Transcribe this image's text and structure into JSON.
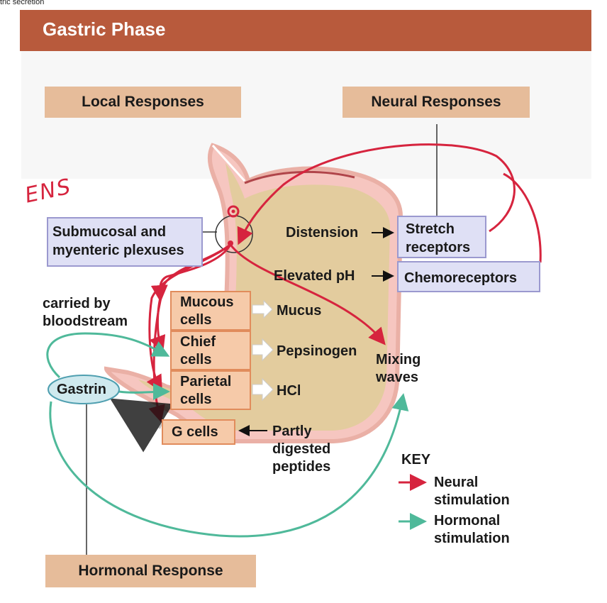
{
  "caption": "tric secretion",
  "title": "Gastric Phase",
  "headers": {
    "local": "Local Responses",
    "neural": "Neural Responses",
    "hormonal": "Hormonal Response"
  },
  "annotation": "ENS",
  "boxes": {
    "plexus_line1": "Submucosal and",
    "plexus_line2": "myenteric plexuses",
    "stretch_line1": "Stretch",
    "stretch_line2": "receptors",
    "chemo": "Chemoreceptors"
  },
  "cells": {
    "mucous_line1": "Mucous",
    "mucous_line2": "cells",
    "chief_line1": "Chief",
    "chief_line2": "cells",
    "parietal_line1": "Parietal",
    "parietal_line2": "cells",
    "g": "G cells"
  },
  "labels": {
    "distension": "Distension",
    "elevated_ph": "Elevated pH",
    "mucus": "Mucus",
    "pepsinogen": "Pepsinogen",
    "hcl": "HCl",
    "mixing_line1": "Mixing",
    "mixing_line2": "waves",
    "carried_line1": "carried by",
    "carried_line2": "bloodstream",
    "gastrin": "Gastrin",
    "peptides_line1": "Partly",
    "peptides_line2": "digested",
    "peptides_line3": "peptides"
  },
  "key": {
    "title": "KEY",
    "neural_line1": "Neural",
    "neural_line2": "stimulation",
    "hormonal_line1": "Hormonal",
    "hormonal_line2": "stimulation"
  },
  "colors": {
    "banner": "#b85a3c",
    "neural": "#d6243e",
    "hormonal": "#4fb99a",
    "header_box": "#e6bc9a"
  }
}
